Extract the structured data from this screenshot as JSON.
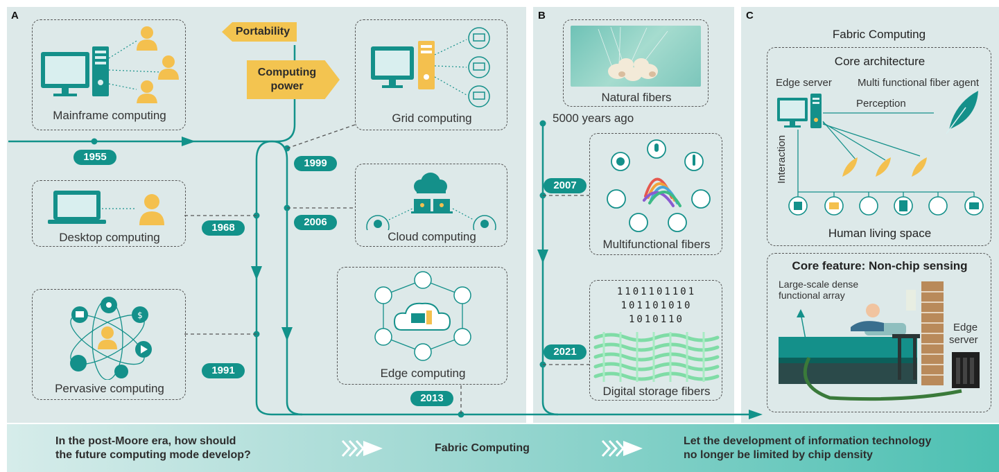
{
  "panel_labels": {
    "a": "A",
    "b": "B",
    "c": "C"
  },
  "panel_a": {
    "signs": {
      "portability": "Portability",
      "computing_power_line1": "Computing",
      "computing_power_line2": "power"
    },
    "boxes": {
      "mainframe": "Mainframe computing",
      "desktop": "Desktop computing",
      "pervasive": "Pervasive computing",
      "grid": "Grid computing",
      "cloud": "Cloud computing",
      "edge": "Edge computing"
    },
    "years": {
      "y1955": "1955",
      "y1968": "1968",
      "y1991": "1991",
      "y1999": "1999",
      "y2006": "2006",
      "y2013": "2013"
    }
  },
  "panel_b": {
    "boxes": {
      "natural": "Natural fibers",
      "multifunctional": "Multifunctional fibers",
      "digital_storage": "Digital storage fibers"
    },
    "time_label": "5000 years ago",
    "years": {
      "y2007": "2007",
      "y2021": "2021"
    },
    "binary_rows": [
      "1101101101",
      "101101010",
      "1010110"
    ]
  },
  "panel_c": {
    "title": "Fabric Computing",
    "core_architecture": {
      "title": "Core architecture",
      "edge_server": "Edge server",
      "fiber_agent": "Multi functional fiber agent",
      "perception": "Perception",
      "interaction": "Interaction",
      "living_space": "Human living space"
    },
    "core_feature": {
      "title": "Core feature: Non-chip sensing",
      "array_line1": "Large-scale dense",
      "array_line2": "functional array",
      "server_line1": "Edge",
      "server_line2": "server"
    }
  },
  "banner": {
    "question_line1": "In the post-Moore era, how should",
    "question_line2": "the future computing mode develop?",
    "middle": "Fabric Computing",
    "answer_line1": "Let the development of information technology",
    "answer_line2": "no longer be limited by chip density"
  },
  "colors": {
    "teal": "#12928a",
    "panel_bg": "#dde9e9",
    "yellow": "#f3c450",
    "person": "#f4c04e",
    "fiber_green": "#8fe0b0"
  }
}
